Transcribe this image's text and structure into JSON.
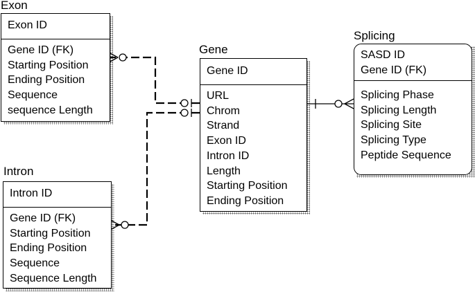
{
  "entities": {
    "exon": {
      "title": "Exon",
      "key_fields": [
        "Exon ID"
      ],
      "attributes": [
        "Gene ID (FK)",
        "Starting Position",
        "Ending Position",
        "Sequence",
        "sequence Length"
      ]
    },
    "intron": {
      "title": "Intron",
      "key_fields": [
        "Intron ID"
      ],
      "attributes": [
        "Gene ID (FK)",
        "Starting Position",
        "Ending Position",
        "Sequence",
        "Sequence Length"
      ]
    },
    "gene": {
      "title": "Gene",
      "key_fields": [
        "Gene ID"
      ],
      "attributes": [
        "URL",
        "Chrom",
        "Strand",
        "Exon ID",
        "Intron ID",
        "Length",
        "Starting Position",
        "Ending Position"
      ]
    },
    "splicing": {
      "title": "Splicing",
      "key_fields": [
        "SASD ID",
        "Gene ID (FK)"
      ],
      "attributes": [
        "Splicing Phase",
        "Splicing Length",
        "Splicing Site",
        "Splicing Type",
        "Peptide Sequence"
      ]
    }
  },
  "relationships": [
    {
      "from": "gene",
      "to": "exon",
      "style": "dashed",
      "from_end": "one-optional",
      "to_end": "many-optional"
    },
    {
      "from": "gene",
      "to": "intron",
      "style": "dashed",
      "from_end": "one-optional",
      "to_end": "many-optional"
    },
    {
      "from": "gene",
      "to": "splicing",
      "style": "solid",
      "from_end": "one",
      "to_end": "many-optional"
    }
  ]
}
